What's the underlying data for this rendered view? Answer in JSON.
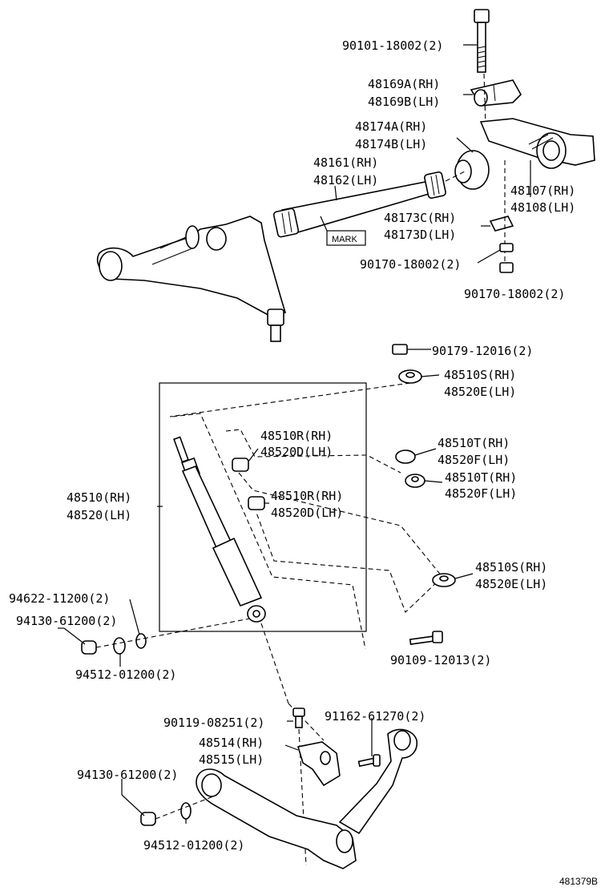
{
  "labels": {
    "bolt_90101": "90101-18002(2)",
    "cam_48169a": "48169A(RH)",
    "cam_48169b": "48169B(LH)",
    "bush_48174a": "48174A(RH)",
    "bush_48174b": "48174B(LH)",
    "bar_48161": "48161(RH)",
    "bar_48162": "48162(LH)",
    "arm_48107": "48107(RH)",
    "arm_48108": "48108(LH)",
    "plate_48173c": "48173C(RH)",
    "plate_48173d": "48173D(LH)",
    "nut_90170_a": "90170-18002(2)",
    "nut_90170_b": "90170-18002(2)",
    "mark": "MARK",
    "nut_90179": "90179-12016(2)",
    "ret_48510s_top": "48510S(RH)",
    "ret_48520e_top": "48520E(LH)",
    "bush_48510r_a": "48510R(RH)",
    "bush_48520d_a": "48520D(LH)",
    "ret_48510t_a": "48510T(RH)",
    "ret_48520f_a": "48520F(LH)",
    "ret_48510t_b": "48510T(RH)",
    "ret_48520f_b": "48520F(LH)",
    "bush_48510r_b": "48510R(RH)",
    "bush_48520d_b": "48520D(LH)",
    "absorber_rh": "48510(RH)",
    "absorber_lh": "48520(LH)",
    "ret_48510s_bot": "48510S(RH)",
    "ret_48520e_bot": "48520E(LH)",
    "ring_94622": "94622-11200(2)",
    "nut_94130_a": "94130-61200(2)",
    "washer_94512_a": "94512-01200(2)",
    "bolt_90109": "90109-12013(2)",
    "bolt_90119": "90119-08251(2)",
    "bolt_91162": "91162-61270(2)",
    "bracket_48514": "48514(RH)",
    "bracket_48515": "48515(LH)",
    "nut_94130_b": "94130-61200(2)",
    "washer_94512_b": "94512-01200(2)",
    "figure_id": "481379B"
  }
}
